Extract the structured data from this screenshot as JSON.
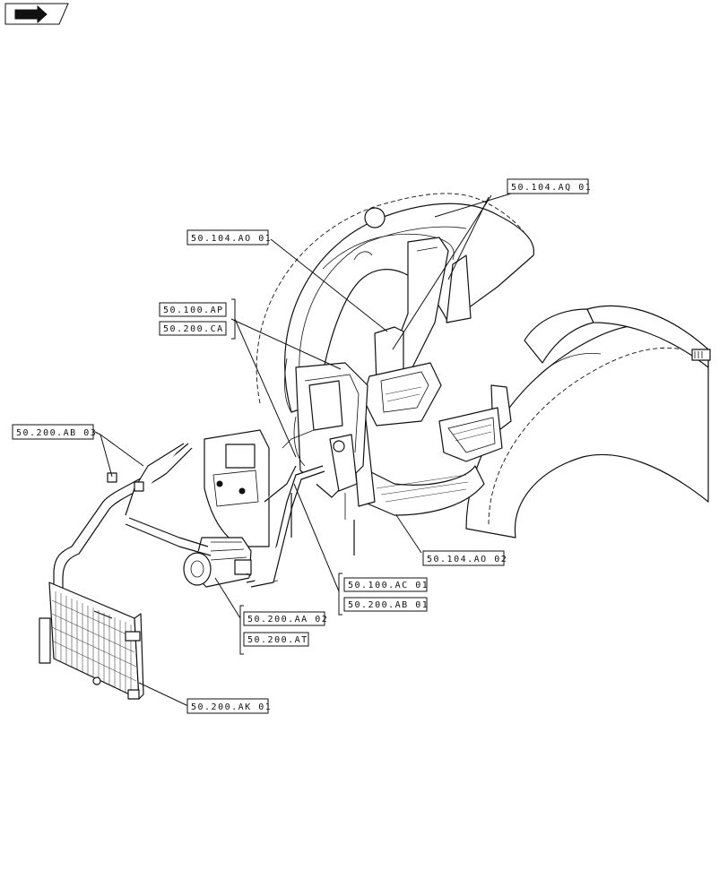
{
  "labels": {
    "aq01": "50.104.AQ 01",
    "ao01": "50.104.AO 01",
    "ap": "50.100.AP",
    "ca": "50.200.CA",
    "ab03": "50.200.AB 03",
    "ao02": "50.104.AO 02",
    "ac01": "50.100.AC 01",
    "ab01": "50.200.AB 01",
    "aa02": "50.200.AA 02",
    "at": "50.200.AT",
    "ak01": "50.200.AK 01"
  },
  "icons": {
    "corner": "forward-arrow-icon"
  }
}
